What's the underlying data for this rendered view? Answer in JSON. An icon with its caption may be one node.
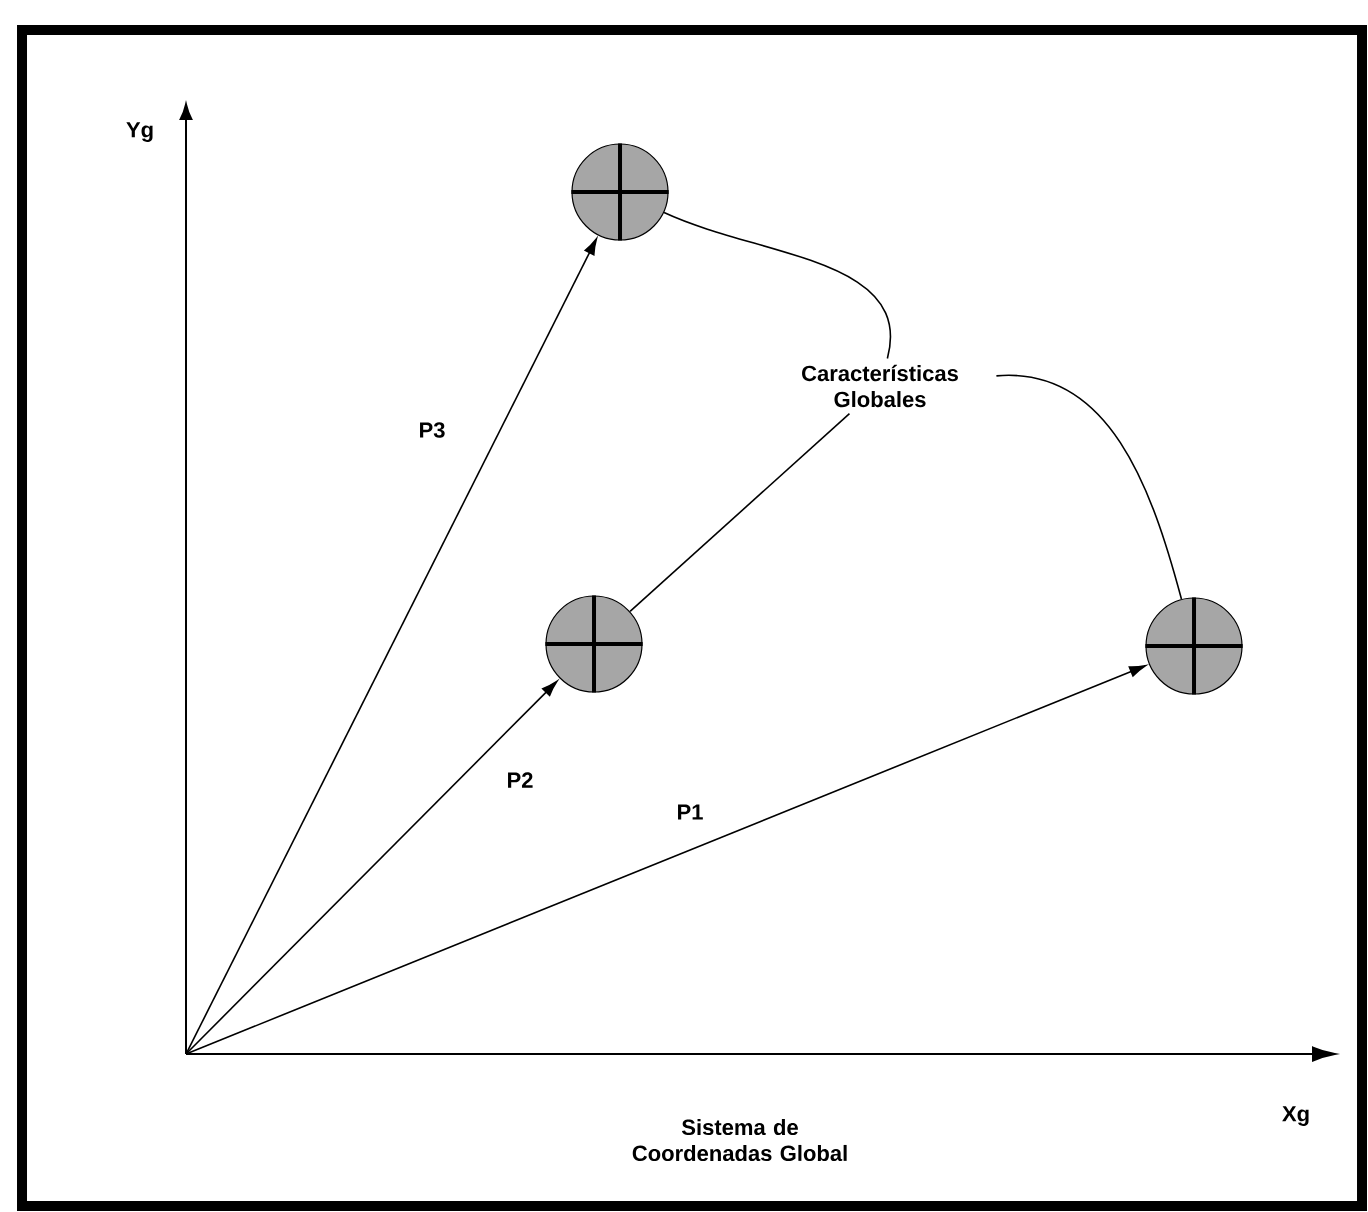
{
  "diagram": {
    "nodes": [
      {
        "text": [],
        "shape": "circle"
      },
      {
        "text": [
          "Características Globales"
        ]
      },
      {
        "text": [],
        "shape": "circle"
      },
      {
        "text": [],
        "shape": "circle"
      }
    ],
    "edges": [
      {
        "from": null,
        "to": 0,
        "arrow": "to",
        "label": "P3"
      },
      {
        "from": null,
        "to": 2,
        "arrow": "to",
        "label": "P2"
      },
      {
        "from": null,
        "to": 3,
        "arrow": "to",
        "label": "P1"
      },
      {
        "from": 1,
        "to": 0,
        "arrow": "none"
      },
      {
        "from": 1,
        "to": 2,
        "arrow": "none"
      },
      {
        "from": 1,
        "to": 3,
        "arrow": "none"
      }
    ],
    "labels": [
      "Yg",
      "Sistema de Coordenadas Global",
      "Xg"
    ]
  }
}
